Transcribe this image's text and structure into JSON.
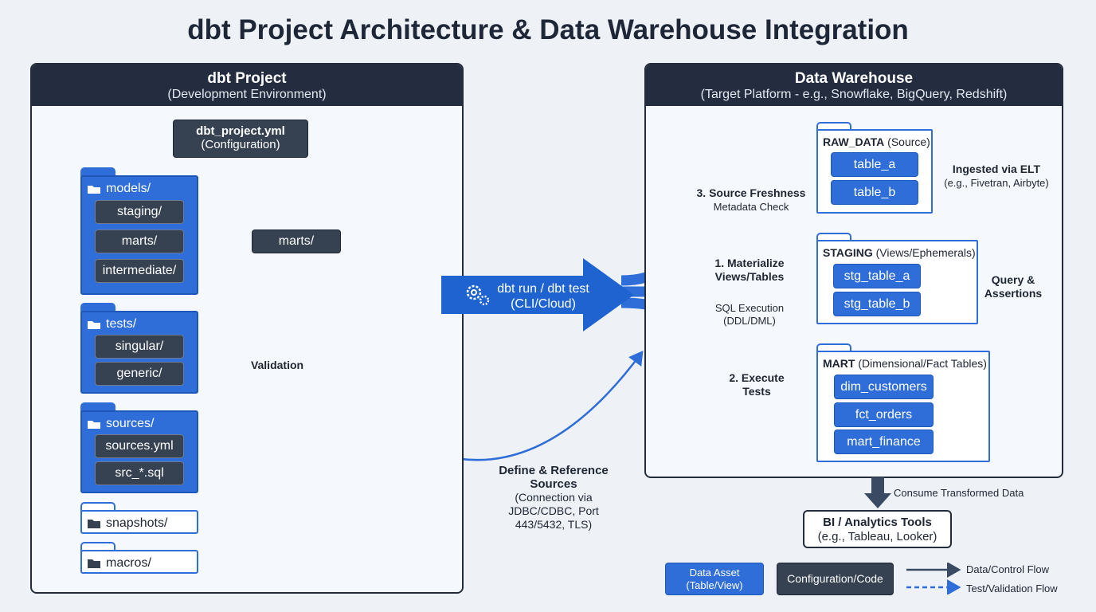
{
  "title": "dbt Project Architecture & Data Warehouse Integration",
  "project_panel": {
    "title": "dbt Project",
    "subtitle": "(Development Environment)"
  },
  "warehouse_panel": {
    "title": "Data Warehouse",
    "subtitle": "(Target Platform - e.g., Snowflake, BigQuery, Redshift)"
  },
  "config_box": {
    "name": "dbt_project.yml",
    "desc": "(Configuration)"
  },
  "folders": {
    "models": {
      "label": "models/",
      "items": [
        "staging/",
        "marts/",
        "intermediate/"
      ]
    },
    "tests": {
      "label": "tests/",
      "items": [
        "singular/",
        "generic/"
      ]
    },
    "sources": {
      "label": "sources/",
      "items": [
        "sources.yml",
        "src_*.sql"
      ]
    },
    "snapshots": {
      "label": "snapshots/"
    },
    "macros": {
      "label": "macros/"
    }
  },
  "marts_box": "marts/",
  "validation_label": "Validation",
  "engine": {
    "line1": "dbt run / dbt test",
    "line2": "(CLI/Cloud)"
  },
  "define_sources": {
    "title1": "Define & Reference",
    "title2": "Sources",
    "detail1": "(Connection via",
    "detail2": "JDBC/CDBC, Port",
    "detail3": "443/5432, TLS)"
  },
  "flows": {
    "freshness": {
      "title": "3. Source Freshness",
      "detail": "Metadata Check"
    },
    "materialize": {
      "title1": "1. Materialize",
      "title2": "Views/Tables",
      "detail1": "SQL Execution",
      "detail2": "(DDL/DML)"
    },
    "execute": {
      "title1": "2. Execute",
      "title2": "Tests"
    }
  },
  "raw_data": {
    "name": "RAW_DATA",
    "note": "(Source)",
    "tables": [
      "table_a",
      "table_b"
    ]
  },
  "ingested": {
    "title": "Ingested via ELT",
    "detail": "(e.g., Fivetran, Airbyte)"
  },
  "staging": {
    "name": "STAGING",
    "note": "(Views/Ephemerals)",
    "tables": [
      "stg_table_a",
      "stg_table_b"
    ]
  },
  "query_assertions": {
    "line1": "Query &",
    "line2": "Assertions"
  },
  "mart": {
    "name": "MART",
    "note": "(Dimensional/Fact Tables)",
    "tables": [
      "dim_customers",
      "fct_orders",
      "mart_finance"
    ]
  },
  "consume_label": "Consume Transformed Data",
  "bi": {
    "title": "BI / Analytics Tools",
    "detail": "(e.g., Tableau, Looker)"
  },
  "legend": {
    "data_asset": {
      "line1": "Data Asset",
      "line2": "(Table/View)"
    },
    "config_code": "Configuration/Code",
    "solid": "Data/Control Flow",
    "dashed": "Test/Validation Flow"
  },
  "colors": {
    "primary_blue": "#2f6ed9",
    "dark": "#232d3f",
    "background": "#eef2f7"
  }
}
